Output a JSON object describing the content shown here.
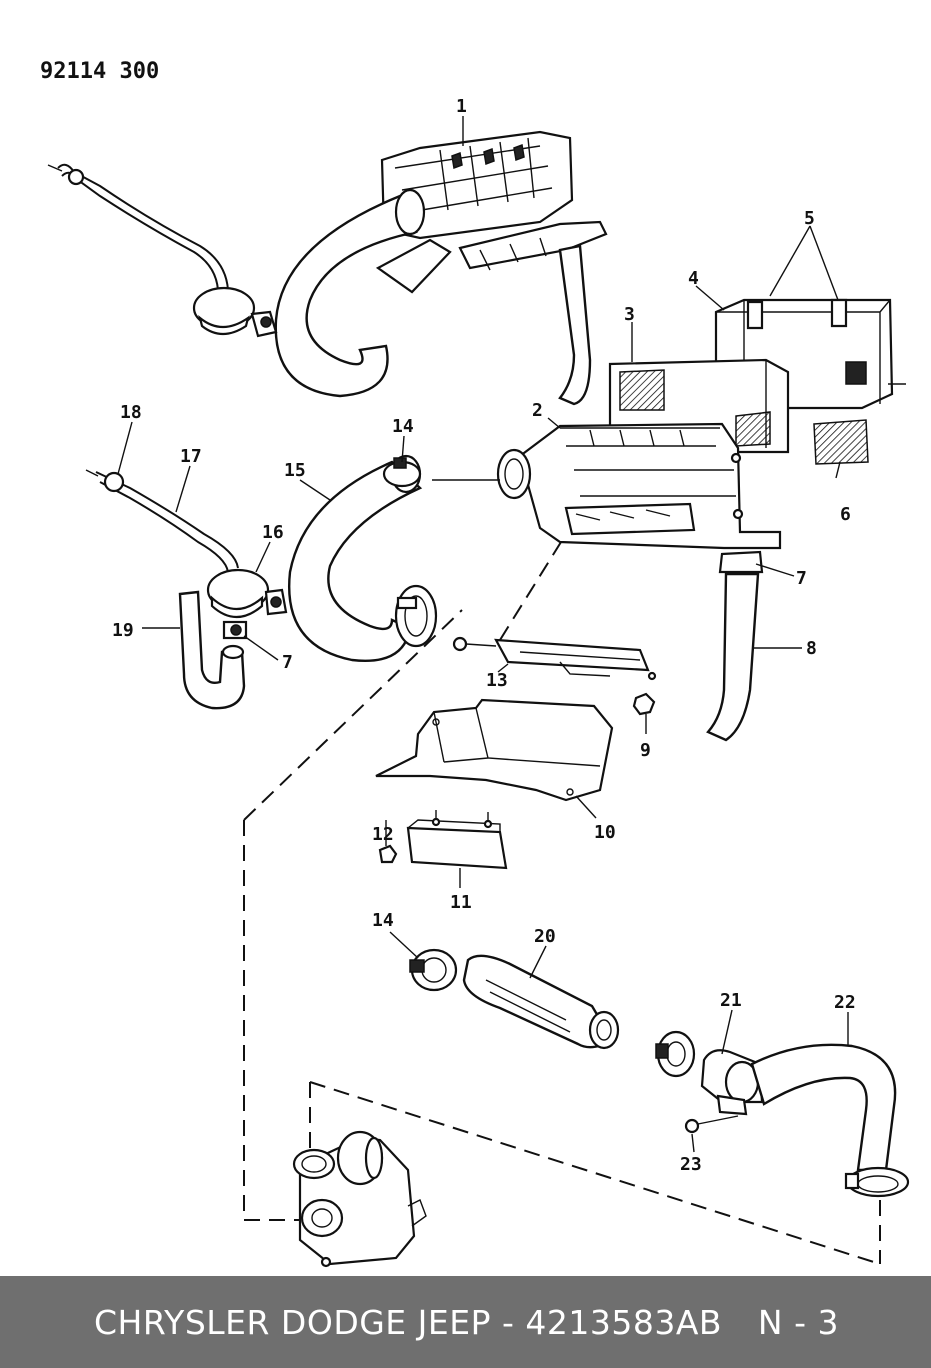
{
  "document_number": "92114 300",
  "callouts": {
    "c1": "1",
    "c2": "2",
    "c3": "3",
    "c4": "4",
    "c5": "5",
    "c6": "6",
    "c7a": "7",
    "c7b": "7",
    "c8": "8",
    "c9": "9",
    "c10": "10",
    "c11": "11",
    "c12": "12",
    "c13": "13",
    "c14a": "14",
    "c14b": "14",
    "c15": "15",
    "c16": "16",
    "c17": "17",
    "c18": "18",
    "c19": "19",
    "c20": "20",
    "c21": "21",
    "c22": "22",
    "c23": "23"
  },
  "footer": {
    "part_info": "CHRYSLER DODGE JEEP - 4213583AB",
    "page_ref": "N - 3"
  },
  "colors": {
    "footer_bg": "#6f6f6f",
    "footer_text": "#ffffff",
    "line": "#111111"
  }
}
